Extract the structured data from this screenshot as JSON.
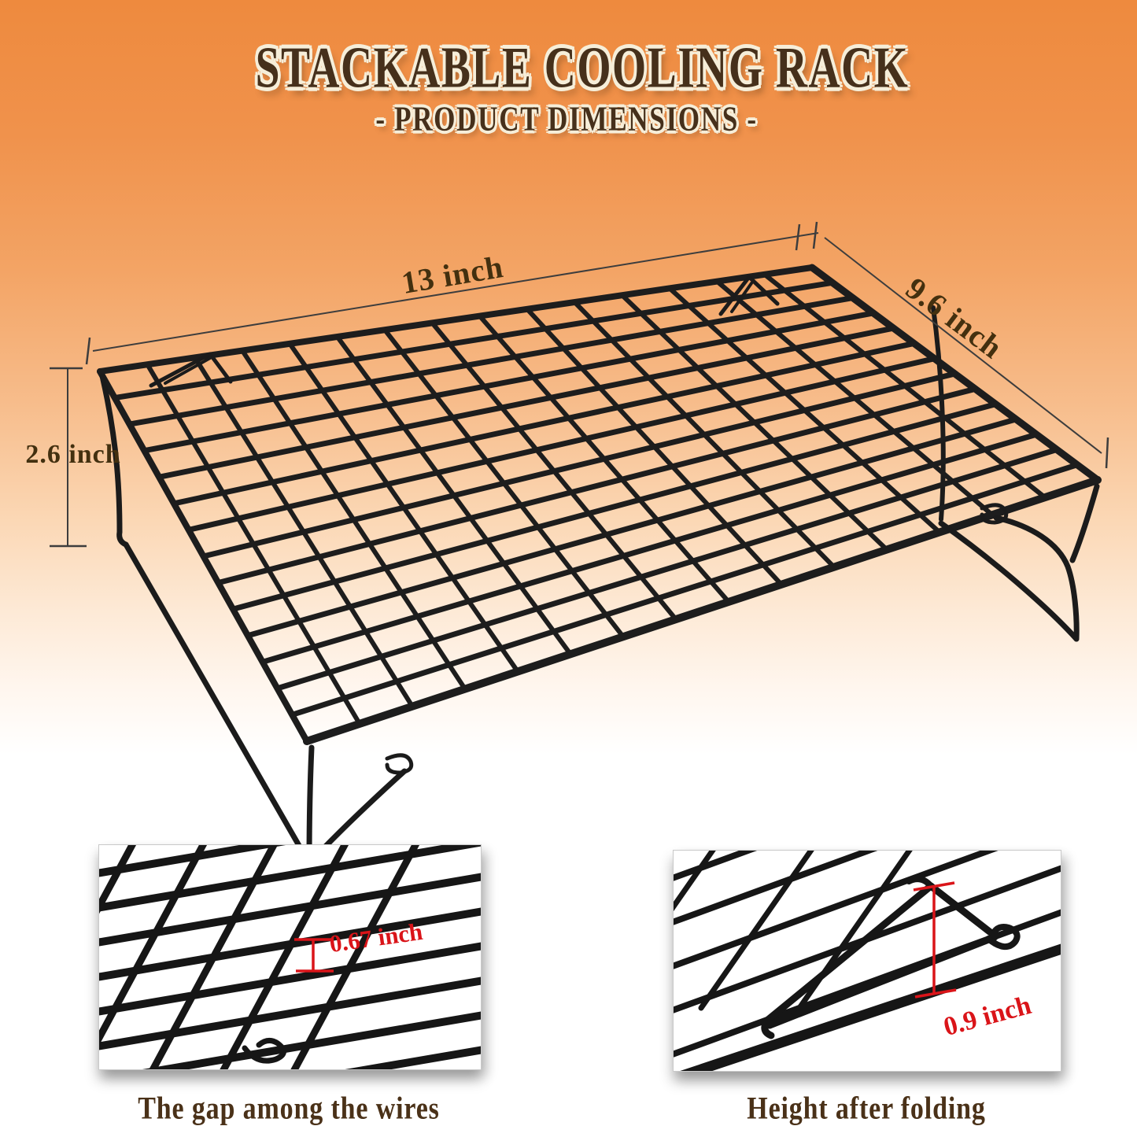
{
  "header": {
    "title": "STACKABLE COOLING RACK",
    "subtitle": "- PRODUCT DIMENSIONS -"
  },
  "diagram": {
    "width_label": "13 inch",
    "depth_label": "9.6 inch",
    "height_label": "2.6 inch"
  },
  "details": {
    "gap": {
      "measure": "0.67 inch",
      "caption": "The gap among the wires"
    },
    "folding": {
      "measure": "0.9 inch",
      "caption": "Height after folding"
    }
  },
  "colors": {
    "background_orange": "#ee8a3e",
    "title_brown": "#46301b",
    "title_outline_cream": "#f6eed9",
    "dimension_label_brown": "#43300f",
    "caption_brown": "#4a3118",
    "measure_red": "#da1419",
    "wire_black": "#1d1d1d"
  }
}
